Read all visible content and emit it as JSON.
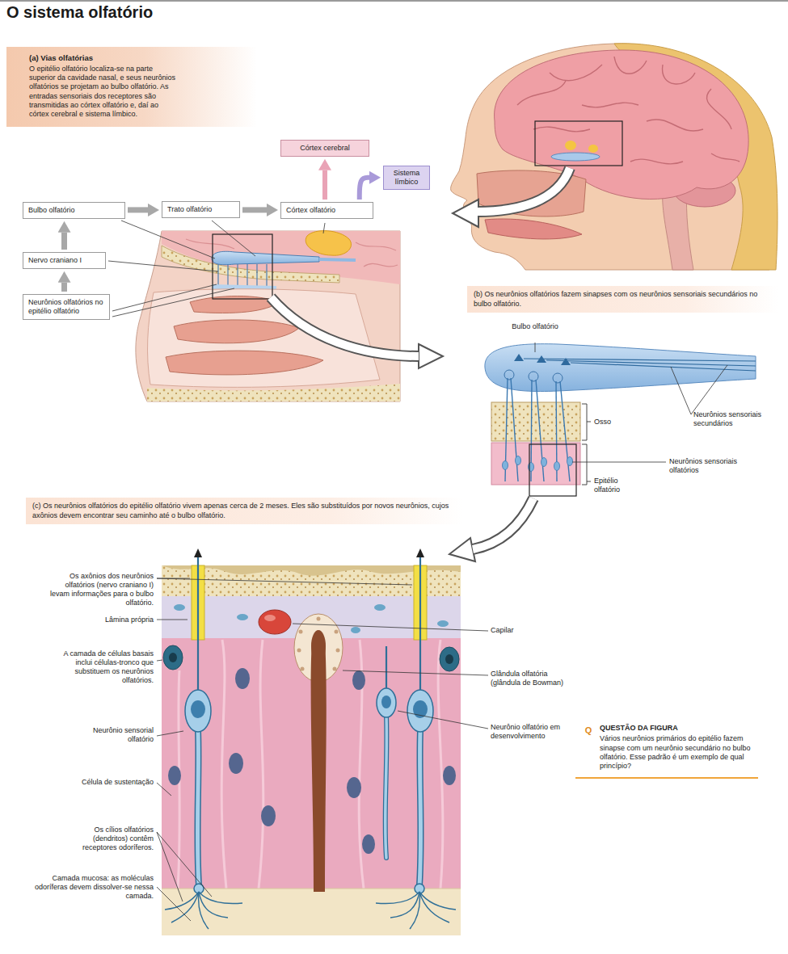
{
  "diagram": {
    "title": "O sistema olfatório",
    "nodes": [
      {
        "text": [
          "(a) Vias olfatórias",
          "O epitélio olfatório localiza-se na parte superior da cavidade nasal, e seus neurônios olfatórios se projetam ao bulbo olfatório. As entradas sensoriais dos receptores são transmitidas ao córtex olfatório e, daí ao córtex cerebral e sistema límbico."
        ]
      },
      {
        "text": [
          "Córtex cerebral"
        ]
      },
      {
        "text": [
          "Sistema límbico"
        ]
      },
      {
        "text": [
          "Bulbo olfatório"
        ]
      },
      {
        "text": [
          "Trato olfatório"
        ]
      },
      {
        "text": [
          "Córtex olfatório"
        ]
      },
      {
        "text": [
          "Nervo craniano I"
        ]
      },
      {
        "text": [
          "Neurônios olfatórios no epitélio olfatório"
        ]
      },
      {
        "text": [
          "(b) Os neurônios olfatórios fazem sinapses com os neurônios sensoriais secundários no bulbo olfatório."
        ]
      },
      {
        "text": [
          "(c) Os neurônios olfatórios do epitélio olfatório vivem apenas cerca de 2 meses. Eles são substituídos por novos neurônios, cujos axônios devem encontrar seu caminho até o bulbo olfatório."
        ]
      },
      {
        "text": [
          "QUESTÃO DA FIGURA",
          "Vários neurônios primários do epitélio fazem sinapse com um neurônio secundário no bulbo olfatório. Esse padrão é um exemplo de qual princípio?"
        ]
      }
    ],
    "edges": [
      {
        "from": 7,
        "to": 6,
        "arrow": "to"
      },
      {
        "from": 6,
        "to": 3,
        "arrow": "to"
      },
      {
        "from": 3,
        "to": 4,
        "arrow": "to"
      },
      {
        "from": 4,
        "to": 5,
        "arrow": "to"
      },
      {
        "from": 5,
        "to": 1,
        "arrow": "to"
      },
      {
        "from": 5,
        "to": 2,
        "arrow": "to"
      }
    ],
    "labels": [
      "Bulbo olfatório",
      "Neurônios sensoriais secundários",
      "Osso",
      "Neurônios sensoriais olfatórios",
      "Epitélio olfatório",
      "Os axônios dos neurônios olfatórios (nervo craniano I) levam informações para o bulbo olfatório.",
      "Lâmina própria",
      "A camada de células basais inclui células-tronco que substituem os neurônios olfatórios.",
      "Neurônio sensorial olfatório",
      "Célula de sustentação",
      "Os cílios olfatórios (dendritos) contêm receptores odoríferos.",
      "Camada mucosa: as moléculas odoríferas devem dissolver-se nessa camada.",
      "Capilar",
      "Glândula olfatória (glândula de Bowman)",
      "Neurônio olfatório em desenvolvimento",
      "Q"
    ]
  }
}
